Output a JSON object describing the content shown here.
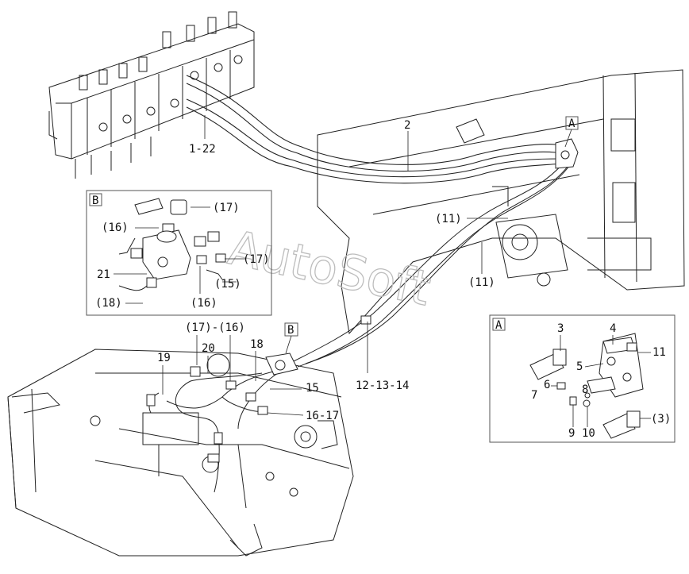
{
  "watermark": "AutoSoft",
  "callouts": {
    "c1_22": "1-22",
    "c2": "2",
    "cA_main": "A",
    "cB_main": "B",
    "c11a": "(11)",
    "c11b": "(11)",
    "c12_13_14": "12-13-14",
    "c17_16": "(17)-(16)",
    "c18": "18",
    "c19": "19",
    "c20": "20",
    "c15": "15",
    "c16_17": "16-17"
  },
  "detail_b": {
    "tag": "B",
    "c17a": "(17)",
    "c16a": "(16)",
    "c17b": "(17)",
    "c21": "21",
    "c15": "(15)",
    "c18": "(18)",
    "c16b": "(16)"
  },
  "detail_a": {
    "tag": "A",
    "c3": "3",
    "c4": "4",
    "c11": "11",
    "c5": "5",
    "c6": "6",
    "c7": "7",
    "c8": "8",
    "c9": "9",
    "c10": "10",
    "c3b": "(3)"
  }
}
